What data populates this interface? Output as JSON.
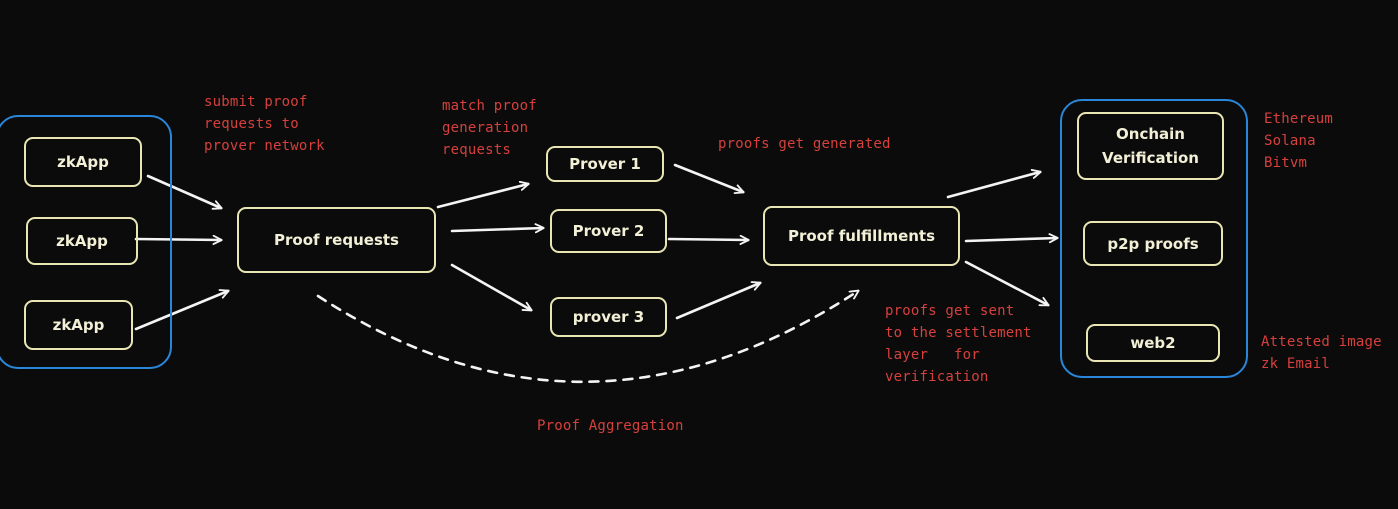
{
  "nodes": {
    "zkapp_1": "zkApp",
    "zkapp_2": "zkApp",
    "zkapp_3": "zkApp",
    "proof_requests": "Proof requests",
    "prover_1": "Prover 1",
    "prover_2": "Prover 2",
    "prover_3": "prover 3",
    "proof_fulfillments": "Proof fulfillments",
    "onchain_verification": "Onchain\nVerification",
    "p2p_proofs": "p2p proofs",
    "web2": "web2"
  },
  "annotations": {
    "submit": "submit proof\nrequests to\nprover network",
    "match": "match proof\ngeneration\nrequests",
    "generated": "proofs get generated",
    "sent": "proofs get sent\nto the settlement\nlayer   for\nverification",
    "aggregation": "Proof Aggregation",
    "chains": "Ethereum\nSolana\nBitvm",
    "web2_examples": "Attested image\nzk Email"
  },
  "colors": {
    "background": "#0b0b0b",
    "node_border": "#e9e6b4",
    "group_border": "#2a86d8",
    "annotation": "#d6403d",
    "arrow": "#f4f4f4"
  }
}
